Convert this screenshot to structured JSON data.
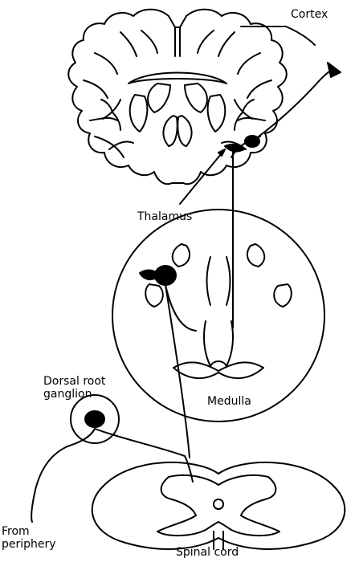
{
  "labels": {
    "cortex": "Cortex",
    "thalamus": "Thalamus",
    "medulla": "Medulla",
    "dorsal_root_ganglion": [
      "Dorsal root",
      "ganglion"
    ],
    "from_periphery": [
      "From",
      "periphery"
    ],
    "spinal_cord": "Spinal cord"
  },
  "colors": {
    "line": "#000000",
    "background": "#ffffff"
  }
}
